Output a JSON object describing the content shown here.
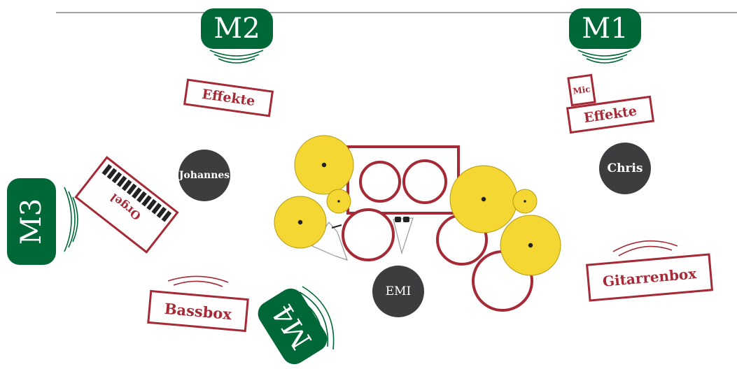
{
  "colors": {
    "monitor_green": "#006837",
    "label_red": "#a52a36",
    "drum_red": "#a52a36",
    "cymbal_yellow": "#f5d733",
    "person_gray": "#3d3d40"
  },
  "monitors": {
    "m1": "M1",
    "m2": "M2",
    "m3": "M3",
    "m4": "M4"
  },
  "labels": {
    "effekte_left": "Effekte",
    "effekte_right": "Effekte",
    "mic": "Mic",
    "orgel": "Orgel",
    "bassbox": "Bassbox",
    "gitarrenbox": "Gitarrenbox"
  },
  "people": {
    "johannes": "Johannes",
    "chris": "Chris",
    "emi": "EMI"
  }
}
